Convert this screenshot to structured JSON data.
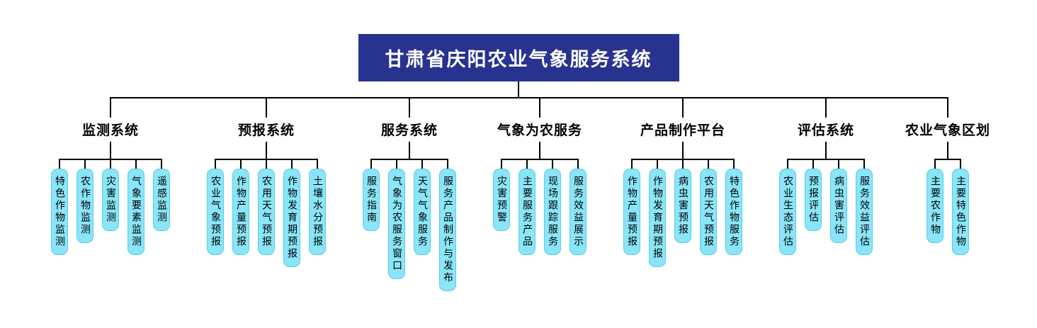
{
  "root": {
    "title": "甘肃省庆阳农业气象服务系统"
  },
  "colors": {
    "root_bg": "#283390",
    "root_text": "#ffffff",
    "leaf_bg": "#8ae5f8",
    "leaf_border": "#5ccbe4",
    "line": "#000000",
    "label_text": "#000000",
    "leaf_text": "#000000"
  },
  "branches": [
    {
      "label": "监测系统",
      "children": [
        "特色作物监测",
        "农作物监测",
        "灾害监测",
        "气象要素监测",
        "遥感监测"
      ]
    },
    {
      "label": "预报系统",
      "children": [
        "农业气象预报",
        "作物产量预报",
        "农用天气预报",
        "作物发育期预报",
        "土壤水分预报"
      ]
    },
    {
      "label": "服务系统",
      "children": [
        "服务指南",
        "气象为农服务窗口",
        "天气气象服务",
        "服务产品制作与发布"
      ]
    },
    {
      "label": "气象为农服务",
      "children": [
        "灾害预警",
        "主要服务产品",
        "现场跟踪服务",
        "服务效益展示"
      ]
    },
    {
      "label": "产品制作平台",
      "children": [
        "作物产量预报",
        "作物发育期预报",
        "病虫害预报",
        "农用天气预报",
        "特色作物服务"
      ]
    },
    {
      "label": "评估系统",
      "children": [
        "农业生态评估",
        "预报评估",
        "病虫害评估",
        "服务效益评估"
      ]
    },
    {
      "label": "农业气象区划",
      "children": [
        "主要农作物",
        "主要特色作物"
      ]
    }
  ]
}
